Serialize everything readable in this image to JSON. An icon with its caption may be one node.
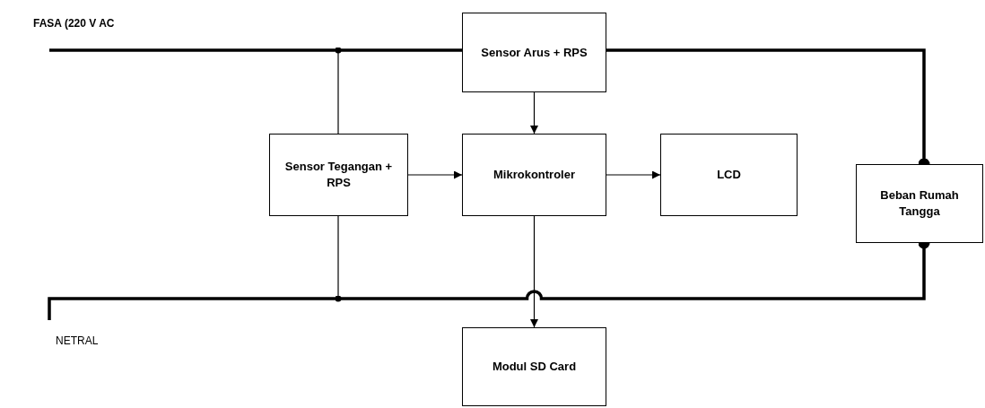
{
  "diagram": {
    "nodes": [
      {
        "text": [
          "Sensor Arus + RPS"
        ]
      },
      {
        "text": [
          "Sensor Tegangan + RPS"
        ]
      },
      {
        "text": [
          "Mikrokontroler"
        ]
      },
      {
        "text": [
          "LCD"
        ]
      },
      {
        "text": [
          "Beban Rumah Tangga"
        ]
      },
      {
        "text": [
          "Modul SD Card"
        ]
      }
    ],
    "edges": [
      {
        "from": null,
        "to": 0,
        "arrow": "none",
        "style": "thick"
      },
      {
        "from": 0,
        "to": 4,
        "arrow": "other",
        "style": "thick"
      },
      {
        "from": 1,
        "to": null,
        "arrow": "other"
      },
      {
        "from": 0,
        "to": 2,
        "arrow": "to"
      },
      {
        "from": 1,
        "to": 2,
        "arrow": "to"
      },
      {
        "from": 2,
        "to": 3,
        "arrow": "to"
      },
      {
        "from": 2,
        "to": 5,
        "arrow": "to"
      },
      {
        "from": 1,
        "to": null,
        "arrow": "other"
      },
      {
        "from": null,
        "to": 4,
        "arrow": "other",
        "style": "thick"
      }
    ],
    "labels": [
      "FASA (220 V AC",
      "NETRAL"
    ]
  }
}
